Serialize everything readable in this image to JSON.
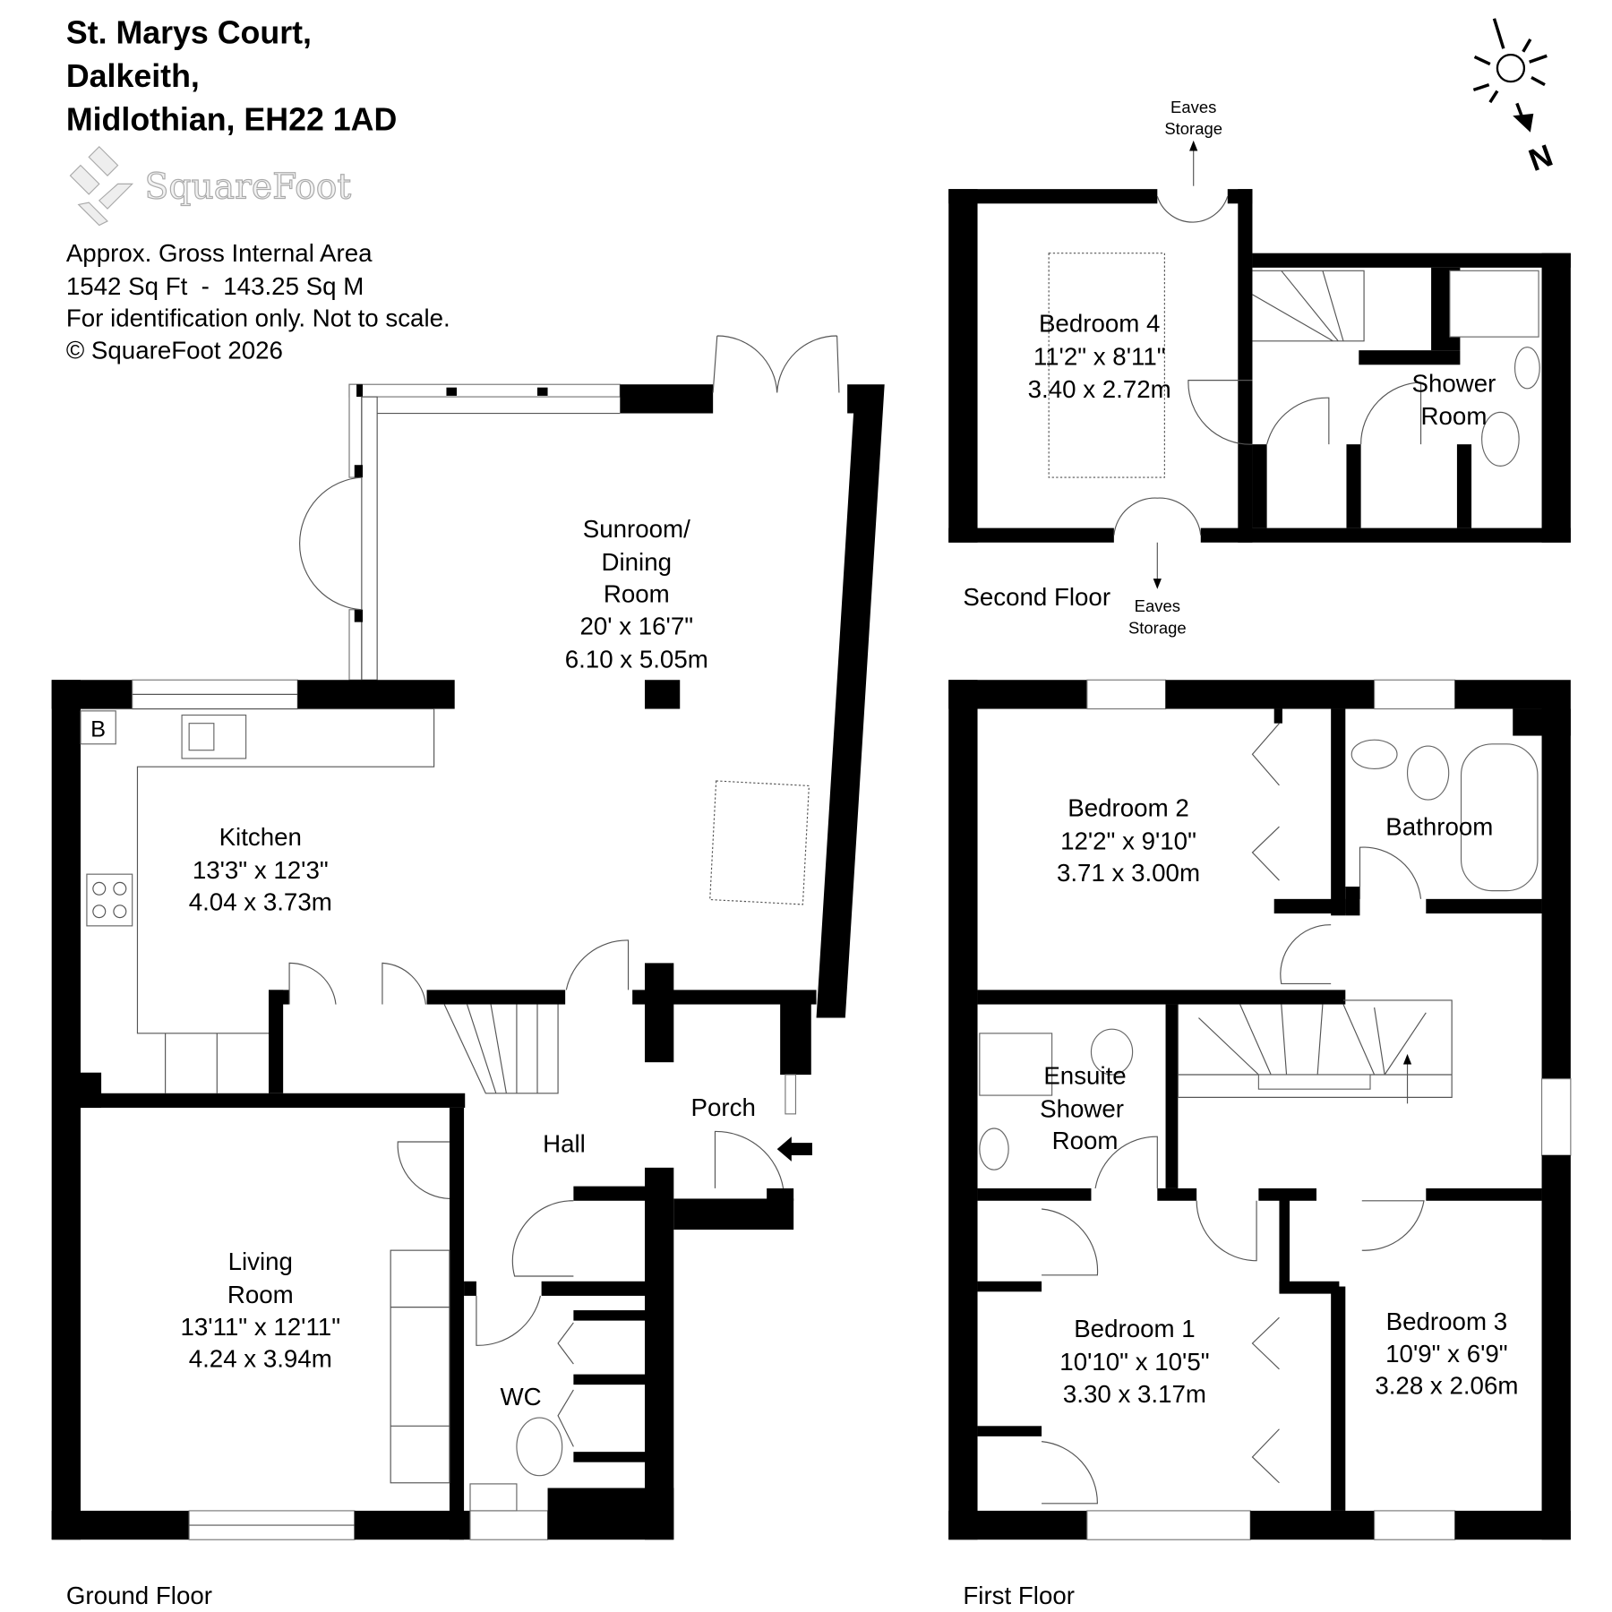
{
  "header": {
    "address_line1": "St. Marys Court,",
    "address_line2": "Dalkeith,",
    "address_line3": "Midlothian, EH22 1AD",
    "logo_text": "SquareFoot",
    "area_label": "Approx. Gross Internal Area",
    "area_value": "1542 Sq Ft  -  143.25 Sq M",
    "disclaimer": "For identification only. Not to scale.",
    "copyright": "© SquareFoot 2026"
  },
  "compass": {
    "label": "N"
  },
  "floors": {
    "ground": {
      "label": "Ground Floor",
      "boiler": "B",
      "rooms": [
        {
          "name_lines": [
            "Sunroom/",
            "Dining",
            "Room"
          ],
          "imperial": "20' x 16'7\"",
          "metric": "6.10 x 5.05m"
        },
        {
          "name_lines": [
            "Kitchen"
          ],
          "imperial": "13'3\" x 12'3\"",
          "metric": "4.04 x 3.73m"
        },
        {
          "name_lines": [
            "Living",
            "Room"
          ],
          "imperial": "13'11\" x 12'11\"",
          "metric": "4.24 x 3.94m"
        },
        {
          "name_lines": [
            "Hall"
          ]
        },
        {
          "name_lines": [
            "Porch"
          ]
        },
        {
          "name_lines": [
            "WC"
          ]
        }
      ]
    },
    "first": {
      "label": "First Floor",
      "rooms": [
        {
          "name_lines": [
            "Bedroom 2"
          ],
          "imperial": "12'2\" x 9'10\"",
          "metric": "3.71 x 3.00m"
        },
        {
          "name_lines": [
            "Bathroom"
          ]
        },
        {
          "name_lines": [
            "Ensuite",
            "Shower",
            "Room"
          ]
        },
        {
          "name_lines": [
            "Bedroom 1"
          ],
          "imperial": "10'10\" x 10'5\"",
          "metric": "3.30 x 3.17m"
        },
        {
          "name_lines": [
            "Bedroom 3"
          ],
          "imperial": "10'9\" x 6'9\"",
          "metric": "3.28 x 2.06m"
        }
      ]
    },
    "second": {
      "label": "Second Floor",
      "rooms": [
        {
          "name_lines": [
            "Bedroom 4"
          ],
          "imperial": "11'2\" x 8'11\"",
          "metric": "3.40 x 2.72m"
        },
        {
          "name_lines": [
            "Shower",
            "Room"
          ]
        }
      ],
      "eaves_top": [
        "Eaves",
        "Storage"
      ],
      "eaves_bottom": [
        "Eaves",
        "Storage"
      ]
    }
  }
}
